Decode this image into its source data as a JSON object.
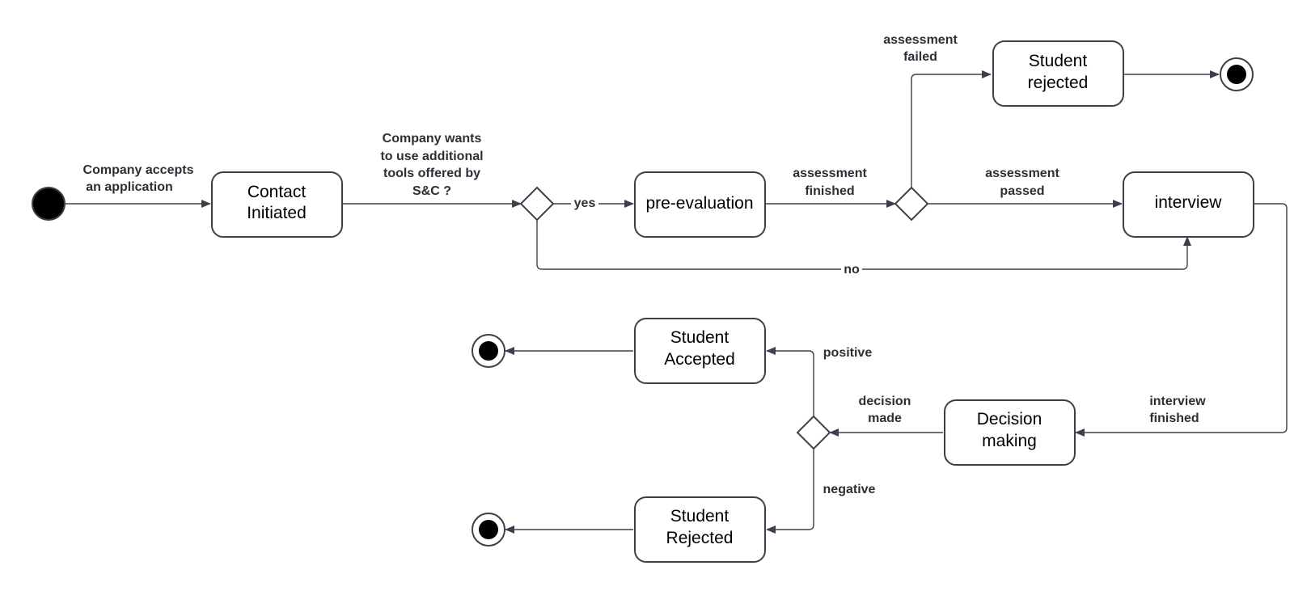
{
  "states": {
    "contact_initiated": [
      "Contact",
      "Initiated"
    ],
    "pre_evaluation": [
      "pre-evaluation"
    ],
    "student_rejected_top": [
      "Student",
      "rejected"
    ],
    "interview": [
      "interview"
    ],
    "decision_making": [
      "Decision",
      "making"
    ],
    "student_accepted": [
      "Student",
      "Accepted"
    ],
    "student_rejected_bottom": [
      "Student",
      "Rejected"
    ]
  },
  "transitions": {
    "company_accepts": [
      "Company accepts",
      "an application"
    ],
    "wants_tools": [
      "Company wants",
      "to use additional",
      "tools offered by",
      "S&C ?"
    ],
    "yes": "yes",
    "no": "no",
    "assessment_finished": [
      "assessment",
      "finished"
    ],
    "assessment_failed": [
      "assessment",
      "failed"
    ],
    "assessment_passed": [
      "assessment",
      "passed"
    ],
    "interview_finished": [
      "interview",
      "finished"
    ],
    "decision_made": [
      "decision",
      "made"
    ],
    "positive": "positive",
    "negative": "negative"
  },
  "colors": {
    "stroke": "#3b404a",
    "node_fill": "#ffffff",
    "terminal": "#000000"
  }
}
